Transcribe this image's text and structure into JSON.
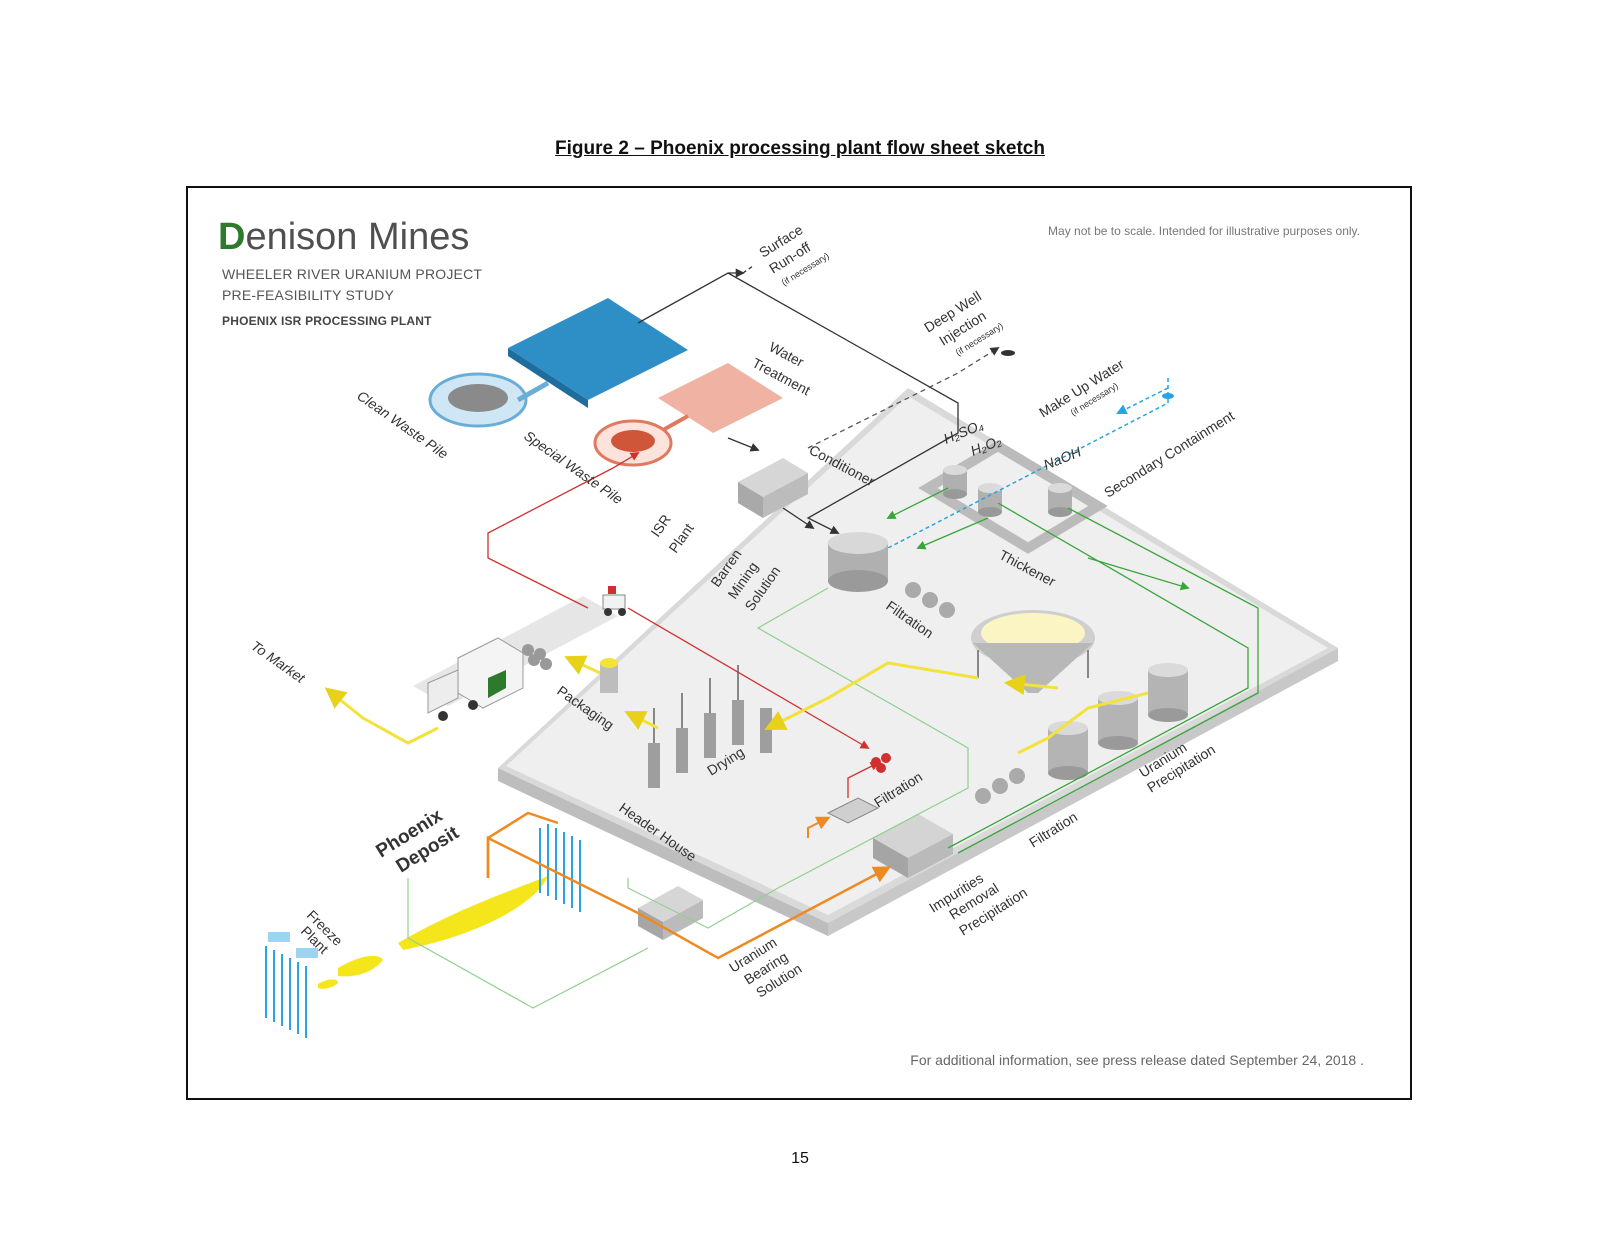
{
  "figure_title": "Figure 2 – Phoenix processing plant flow sheet sketch",
  "page_number": "15",
  "brand": {
    "company_first_letter": "D",
    "company_rest": "enison Mines",
    "project": "WHEELER RIVER URANIUM PROJECT",
    "study": "PRE-FEASIBILITY STUDY",
    "plant": "PHOENIX ISR PROCESSING PLANT"
  },
  "disclaimer": "May not be to scale. Intended for illustrative purposes only.",
  "footnote": "For additional information, see press release dated September 24, 2018 .",
  "labels": {
    "surface_runoff_1": "Surface",
    "surface_runoff_2": "Run-off",
    "if_necessary": "(if necessary)",
    "deep_well_1": "Deep Well",
    "deep_well_2": "Injection",
    "water_treatment_1": "Water",
    "water_treatment_2": "Treatment",
    "make_up_water": "Make Up Water",
    "h2so4": "H₂SO₄",
    "h2o2": "H₂O₂",
    "naoh": "NaOH",
    "secondary_containment": "Secondary Containment",
    "clean_waste_pile": "Clean Waste Pile",
    "special_waste_pile": "Special Waste Pile",
    "conditioner": "Conditioner",
    "isr_plant_1": "ISR",
    "isr_plant_2": "Plant",
    "barren_1": "Barren",
    "barren_2": "Mining",
    "barren_3": "Solution",
    "filtration": "Filtration",
    "thickener": "Thickener",
    "to_market": "To Market",
    "packaging": "Packaging",
    "drying": "Drying",
    "uranium_precip_1": "Uranium",
    "uranium_precip_2": "Precipitation",
    "phoenix_1": "Phoenix",
    "phoenix_2": "Deposit",
    "header_house": "Header House",
    "impurities_1": "Impurities",
    "impurities_2": "Removal",
    "impurities_3": "Precipitation",
    "freeze_1": "Freeze",
    "freeze_2": "Plant",
    "ubs_1": "Uranium",
    "ubs_2": "Bearing",
    "ubs_3": "Solution"
  },
  "colors": {
    "brand_green": "#2d7a2d",
    "water_blue": "#2e8fc7",
    "special_pink": "#f0b3a3",
    "red_line": "#d03030",
    "green_line": "#3aa63a",
    "yellow_line": "#f2e23a",
    "orange_line": "#ee8a22",
    "blue_dash": "#2aa3e0",
    "deposit_yellow": "#f5e61c"
  }
}
